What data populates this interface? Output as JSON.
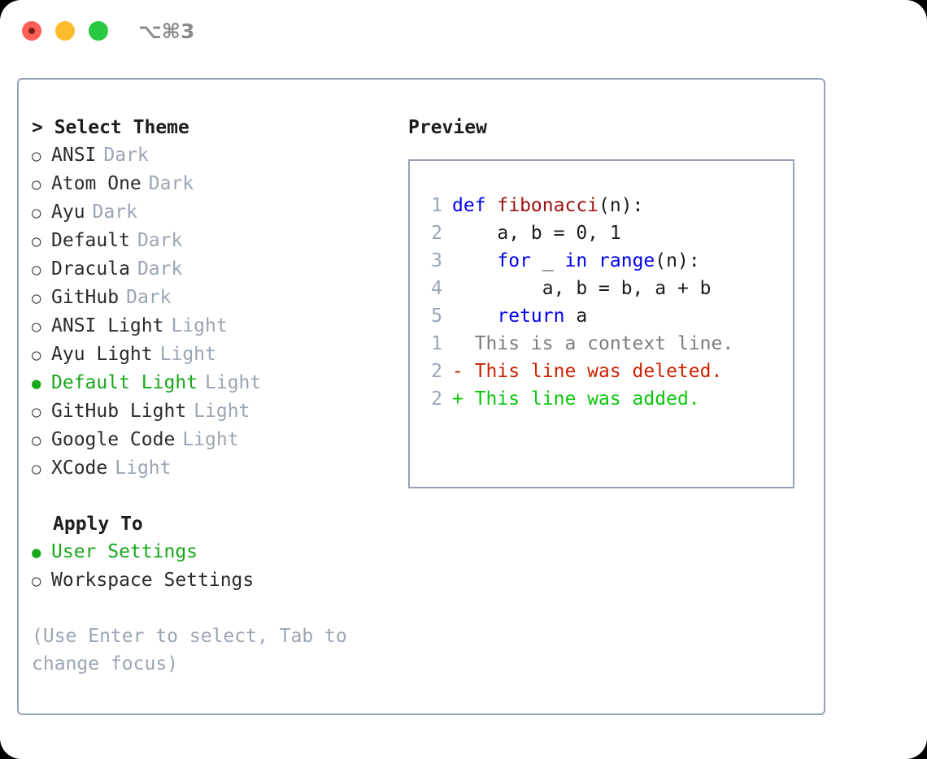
{
  "titlebar": {
    "shortcut": "⌥⌘3",
    "lights": [
      "close",
      "minimize",
      "maximize"
    ]
  },
  "left": {
    "header": "> Select Theme",
    "themes": [
      {
        "bullet": "○",
        "name": "ANSI",
        "tag": "Dark",
        "selected": false
      },
      {
        "bullet": "○",
        "name": "Atom One",
        "tag": "Dark",
        "selected": false
      },
      {
        "bullet": "○",
        "name": "Ayu",
        "tag": "Dark",
        "selected": false
      },
      {
        "bullet": "○",
        "name": "Default",
        "tag": "Dark",
        "selected": false
      },
      {
        "bullet": "○",
        "name": "Dracula",
        "tag": "Dark",
        "selected": false
      },
      {
        "bullet": "○",
        "name": "GitHub",
        "tag": "Dark",
        "selected": false
      },
      {
        "bullet": "○",
        "name": "ANSI Light",
        "tag": "Light",
        "selected": false
      },
      {
        "bullet": "○",
        "name": "Ayu Light",
        "tag": "Light",
        "selected": false
      },
      {
        "bullet": "●",
        "name": "Default Light",
        "tag": "Light",
        "selected": true
      },
      {
        "bullet": "○",
        "name": "GitHub Light",
        "tag": "Light",
        "selected": false
      },
      {
        "bullet": "○",
        "name": "Google Code",
        "tag": "Light",
        "selected": false
      },
      {
        "bullet": "○",
        "name": "XCode",
        "tag": "Light",
        "selected": false
      }
    ],
    "apply_header": "Apply To",
    "apply_options": [
      {
        "bullet": "●",
        "name": "User Settings",
        "tag": "",
        "selected": true
      },
      {
        "bullet": "○",
        "name": "Workspace Settings",
        "tag": "",
        "selected": false
      }
    ],
    "hint": "(Use Enter to select, Tab to change focus)"
  },
  "right": {
    "preview_label": "Preview",
    "code_lines": [
      {
        "no": "1",
        "tokens": [
          {
            "t": "def ",
            "c": "kw"
          },
          {
            "t": "fibonacci",
            "c": "fn"
          },
          {
            "t": "(n):",
            "c": "plain"
          }
        ]
      },
      {
        "no": "2",
        "tokens": [
          {
            "t": "    a, b = 0, 1",
            "c": "plain"
          }
        ]
      },
      {
        "no": "3",
        "tokens": [
          {
            "t": "    ",
            "c": "plain"
          },
          {
            "t": "for",
            "c": "kw"
          },
          {
            "t": " _ ",
            "c": "plain"
          },
          {
            "t": "in",
            "c": "kw"
          },
          {
            "t": " ",
            "c": "plain"
          },
          {
            "t": "range",
            "c": "kw"
          },
          {
            "t": "(n):",
            "c": "plain"
          }
        ]
      },
      {
        "no": "4",
        "tokens": [
          {
            "t": "        a, b = b, a + b",
            "c": "plain"
          }
        ]
      },
      {
        "no": "5",
        "tokens": [
          {
            "t": "    ",
            "c": "plain"
          },
          {
            "t": "return",
            "c": "kw"
          },
          {
            "t": " a",
            "c": "plain"
          }
        ]
      }
    ],
    "diff_lines": [
      {
        "no": "1",
        "marker": " ",
        "text": " This is a context line.",
        "kind": "ctx"
      },
      {
        "no": "2",
        "marker": "-",
        "text": " This line was deleted.",
        "kind": "del"
      },
      {
        "no": "2",
        "marker": "+",
        "text": " This line was added.",
        "kind": "add"
      }
    ]
  },
  "colors": {
    "border": "#96a2b4",
    "selected_green": "#17a81a",
    "muted": "#9aa5b5",
    "keyword_blue": "#0000ee",
    "function_red": "#9e1010",
    "diff_delete": "#cc2200",
    "diff_add": "#0ac70a",
    "diff_context": "#7c7c7c"
  }
}
